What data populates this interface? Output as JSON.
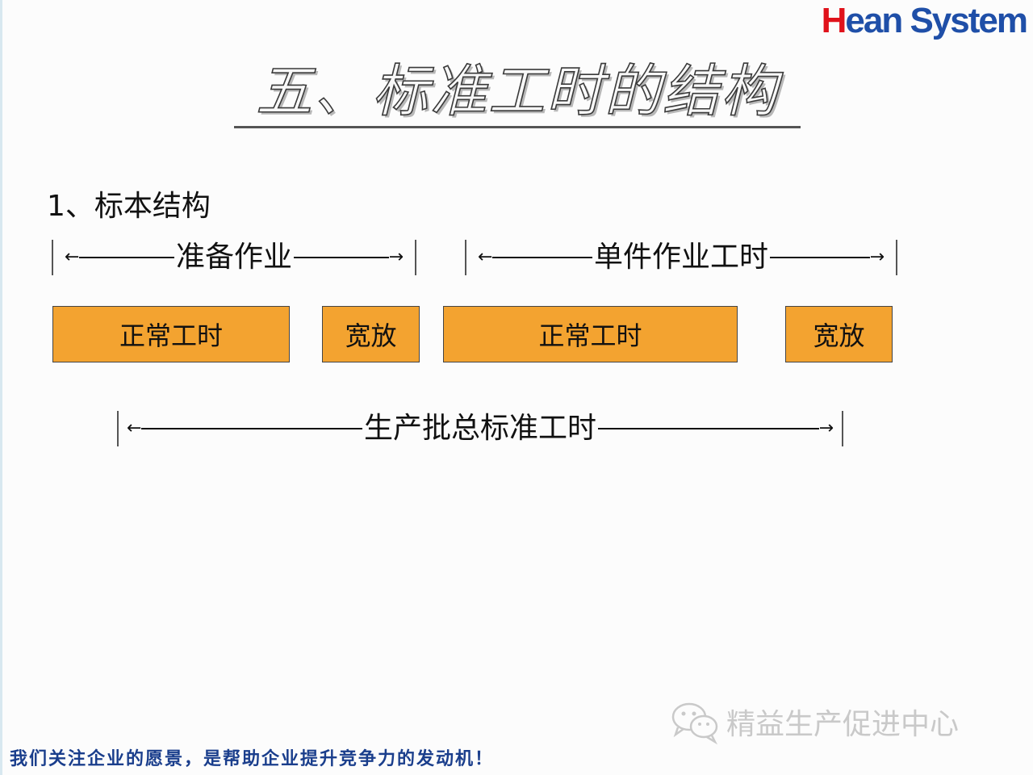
{
  "logo": {
    "part1": "H",
    "part2": "ean",
    "part3": " System"
  },
  "title": "五、标准工时的结构",
  "subheading": "1、标本结构",
  "spans": {
    "prep": "准备作业",
    "unit": "单件作业工时",
    "batch": "生产批总标准工时"
  },
  "boxes": [
    "正常工时",
    "宽放",
    "正常工时",
    "宽放"
  ],
  "colors": {
    "box_fill": "#f3a330",
    "footer_text": "#1a3e8c",
    "logo_red": "#e0121b",
    "logo_blue": "#1f4fa8"
  },
  "watermark": {
    "text": "精益生产促进中心",
    "icon": "wechat-icon"
  },
  "footer": "我们关注企业的愿景，是帮助企业提升竞争力的发动机！"
}
